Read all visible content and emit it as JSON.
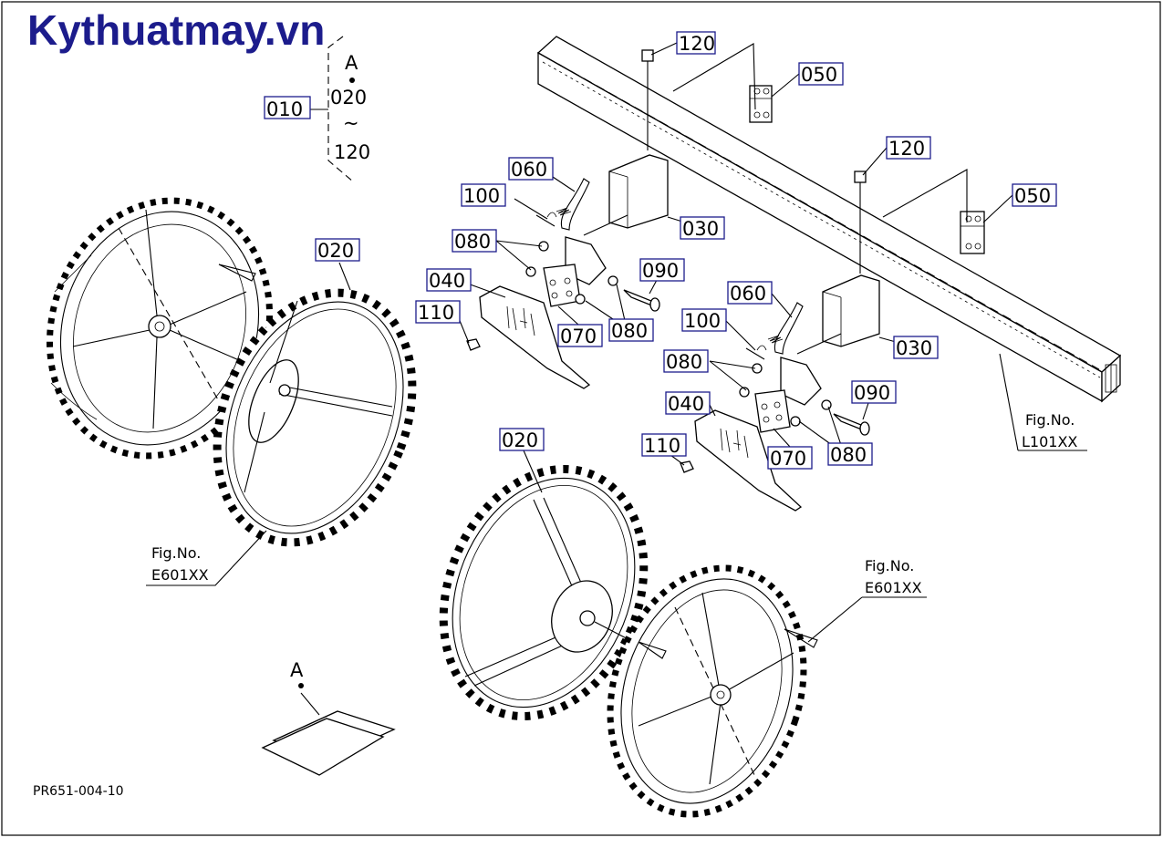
{
  "brand": {
    "text": "Kythuatmay.vn",
    "color": "#1c1c8c"
  },
  "diagram_code": "PR651-004-10",
  "assembly": {
    "label": "010",
    "ref": "A",
    "from": "020",
    "tilde": "~",
    "to": "120"
  },
  "detail_ref": "A",
  "parts": {
    "p020a": "020",
    "p020b": "020",
    "p030a": "030",
    "p030b": "030",
    "p040a": "040",
    "p040b": "040",
    "p050a": "050",
    "p050b": "050",
    "p060a": "060",
    "p060b": "060",
    "p070a": "070",
    "p070b": "070",
    "p080a": "080",
    "p080b": "080",
    "p080c": "080",
    "p080d": "080",
    "p090a": "090",
    "p090b": "090",
    "p100a": "100",
    "p100b": "100",
    "p110a": "110",
    "p110b": "110",
    "p120a": "120",
    "p120b": "120"
  },
  "figure_refs": {
    "e601_left": {
      "line1": "Fig.No.",
      "line2": "E601XX"
    },
    "e601_right": {
      "line1": "Fig.No.",
      "line2": "E601XX"
    },
    "l101": {
      "line1": "Fig.No.",
      "line2": "L101XX"
    }
  },
  "colors": {
    "label_box": "#1c1c8c",
    "line": "#000000",
    "background": "#ffffff"
  }
}
